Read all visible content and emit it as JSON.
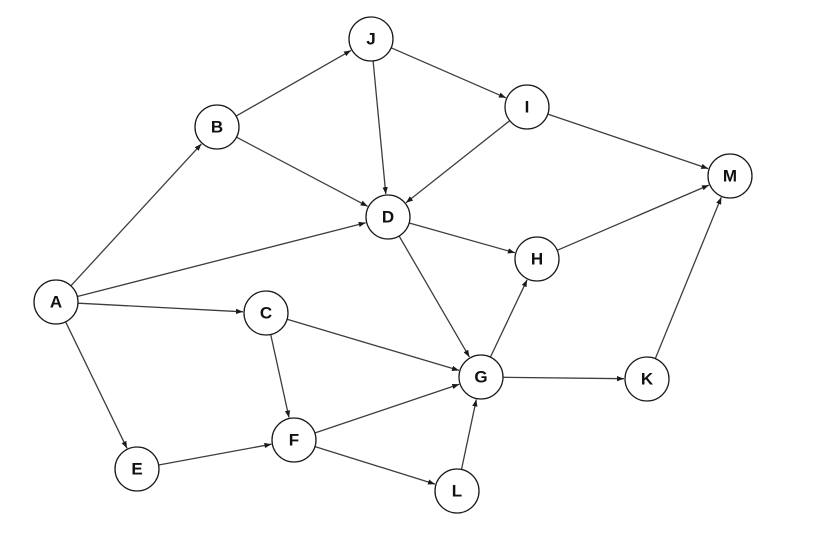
{
  "colors": {
    "background": "#ffffff",
    "edge": "#3d3d3d",
    "node_stroke": "#1a1a1a",
    "node_fill": "#ffffff",
    "label": "#111111"
  },
  "nodes": [
    {
      "id": "A",
      "label": "A"
    },
    {
      "id": "B",
      "label": "B"
    },
    {
      "id": "C",
      "label": "C"
    },
    {
      "id": "D",
      "label": "D"
    },
    {
      "id": "E",
      "label": "E"
    },
    {
      "id": "F",
      "label": "F"
    },
    {
      "id": "G",
      "label": "G"
    },
    {
      "id": "H",
      "label": "H"
    },
    {
      "id": "I",
      "label": "I"
    },
    {
      "id": "J",
      "label": "J"
    },
    {
      "id": "K",
      "label": "K"
    },
    {
      "id": "L",
      "label": "L"
    },
    {
      "id": "M",
      "label": "M"
    }
  ],
  "edges": [
    {
      "from": "A",
      "to": "B"
    },
    {
      "from": "A",
      "to": "D"
    },
    {
      "from": "A",
      "to": "C"
    },
    {
      "from": "A",
      "to": "E"
    },
    {
      "from": "B",
      "to": "J"
    },
    {
      "from": "B",
      "to": "D"
    },
    {
      "from": "J",
      "to": "D"
    },
    {
      "from": "J",
      "to": "I"
    },
    {
      "from": "I",
      "to": "D"
    },
    {
      "from": "I",
      "to": "M"
    },
    {
      "from": "D",
      "to": "H"
    },
    {
      "from": "D",
      "to": "G"
    },
    {
      "from": "H",
      "to": "M"
    },
    {
      "from": "C",
      "to": "G"
    },
    {
      "from": "C",
      "to": "F"
    },
    {
      "from": "E",
      "to": "F"
    },
    {
      "from": "F",
      "to": "G"
    },
    {
      "from": "F",
      "to": "L"
    },
    {
      "from": "L",
      "to": "G"
    },
    {
      "from": "G",
      "to": "H"
    },
    {
      "from": "G",
      "to": "K"
    },
    {
      "from": "K",
      "to": "M"
    }
  ]
}
